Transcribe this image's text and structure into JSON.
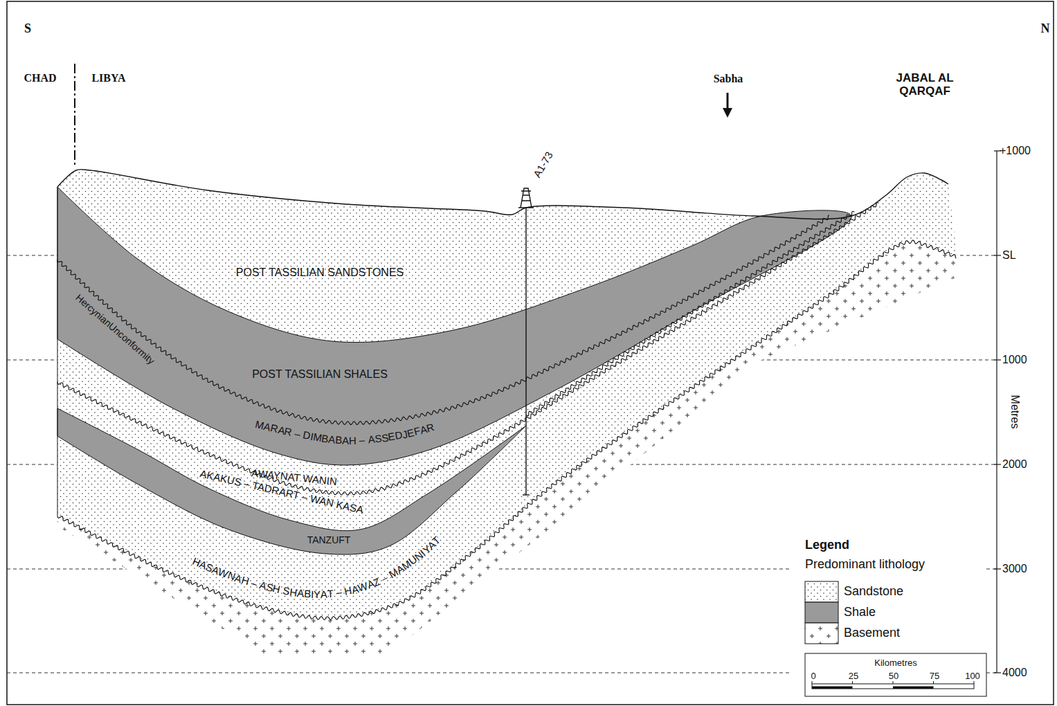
{
  "diagram": {
    "labels": [
      "S",
      "N",
      "CHAD",
      "LIBYA",
      "Sabha",
      "JABAL AL QARQAF",
      "A1-73",
      "POST TASSILIAN SANDSTONES",
      "HercynianUnconformity",
      "POST TASSILIAN SHALES",
      "MARAR – DIMBABAH – ASSEDJEFAR",
      "AWAYNAT WANIN",
      "AKAKUS – TADRART – WAN KASA",
      "TANZUFT",
      "HASAWNAH – ASH SHABIYAT – HAWAZ – MAMUNIYAT",
      "+1000",
      "SL",
      "1000",
      "2000",
      "3000",
      "4000",
      "Metres",
      "Legend",
      "Predominant lithology",
      "Kilometres",
      "0",
      "25",
      "50",
      "75",
      "100"
    ],
    "legend": [
      {
        "text": "Sandstone"
      },
      {
        "text": "Shale",
        "color": "#9a9a9a"
      },
      {
        "text": "Basement"
      }
    ]
  }
}
